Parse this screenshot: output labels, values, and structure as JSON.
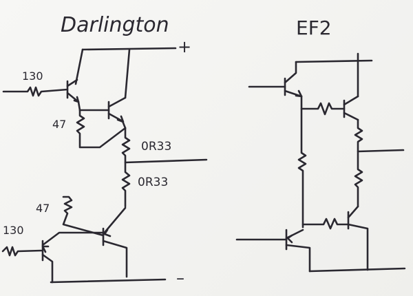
{
  "circuits": [
    {
      "id": "darlington",
      "title": "Darlington",
      "labels": {
        "base_resistor_top": "130",
        "base_resistor_bottom": "130",
        "be_resistor_top": "47",
        "be_resistor_bottom": "47",
        "emitter_resistor_top": "0R33",
        "emitter_resistor_bottom": "0R33",
        "rail_positive": "+",
        "rail_negative": "–"
      }
    },
    {
      "id": "ef2",
      "title": "EF2"
    }
  ],
  "colors": {
    "ink": "#2a2830",
    "paper": "#f5f5f3"
  }
}
